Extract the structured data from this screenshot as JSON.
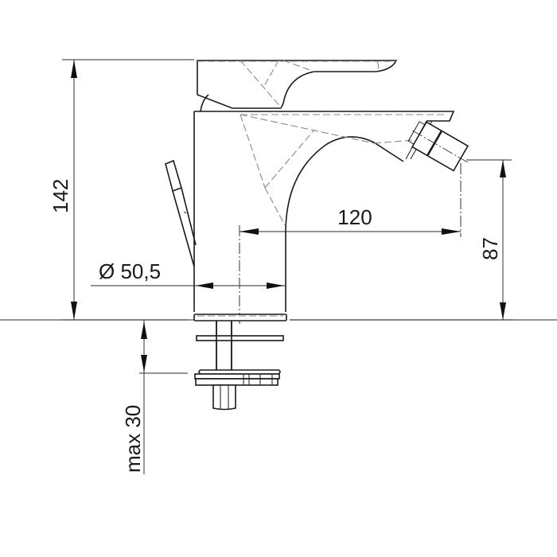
{
  "drawing": {
    "title": "Bidet mixer – side view dimensional drawing",
    "units": "mm",
    "colors": {
      "line": "#1a1a1a",
      "dimension_line": "#555555",
      "hidden_line": "#8a8a8a",
      "background": "#ffffff"
    },
    "dimensions": {
      "overall_height": {
        "label": "142",
        "orientation": "vertical"
      },
      "spout_reach": {
        "label": "120",
        "orientation": "horizontal"
      },
      "outlet_height": {
        "label": "87",
        "orientation": "vertical"
      },
      "base_diameter": {
        "label": "Ø 50,5",
        "orientation": "horizontal"
      },
      "max_deck_thickness": {
        "label": "max 30",
        "orientation": "vertical"
      }
    },
    "components": [
      "lever-handle",
      "mixer-body",
      "spout",
      "aerator-outlet",
      "pop-up-rod",
      "base-flange",
      "fixing-washer",
      "fixing-bracket",
      "fixing-nut"
    ]
  }
}
